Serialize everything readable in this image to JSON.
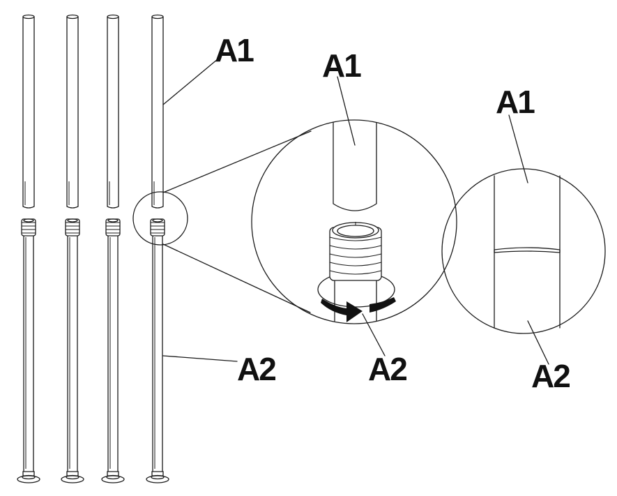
{
  "labels": {
    "rod_top_main": "A1",
    "rod_bottom_main": "A2",
    "zoom_top": "A1",
    "zoom_bottom": "A2",
    "detail_top": "A1",
    "detail_bottom": "A2"
  },
  "icons": {
    "rotate_arrow": "clockwise-rotation-arrow"
  }
}
